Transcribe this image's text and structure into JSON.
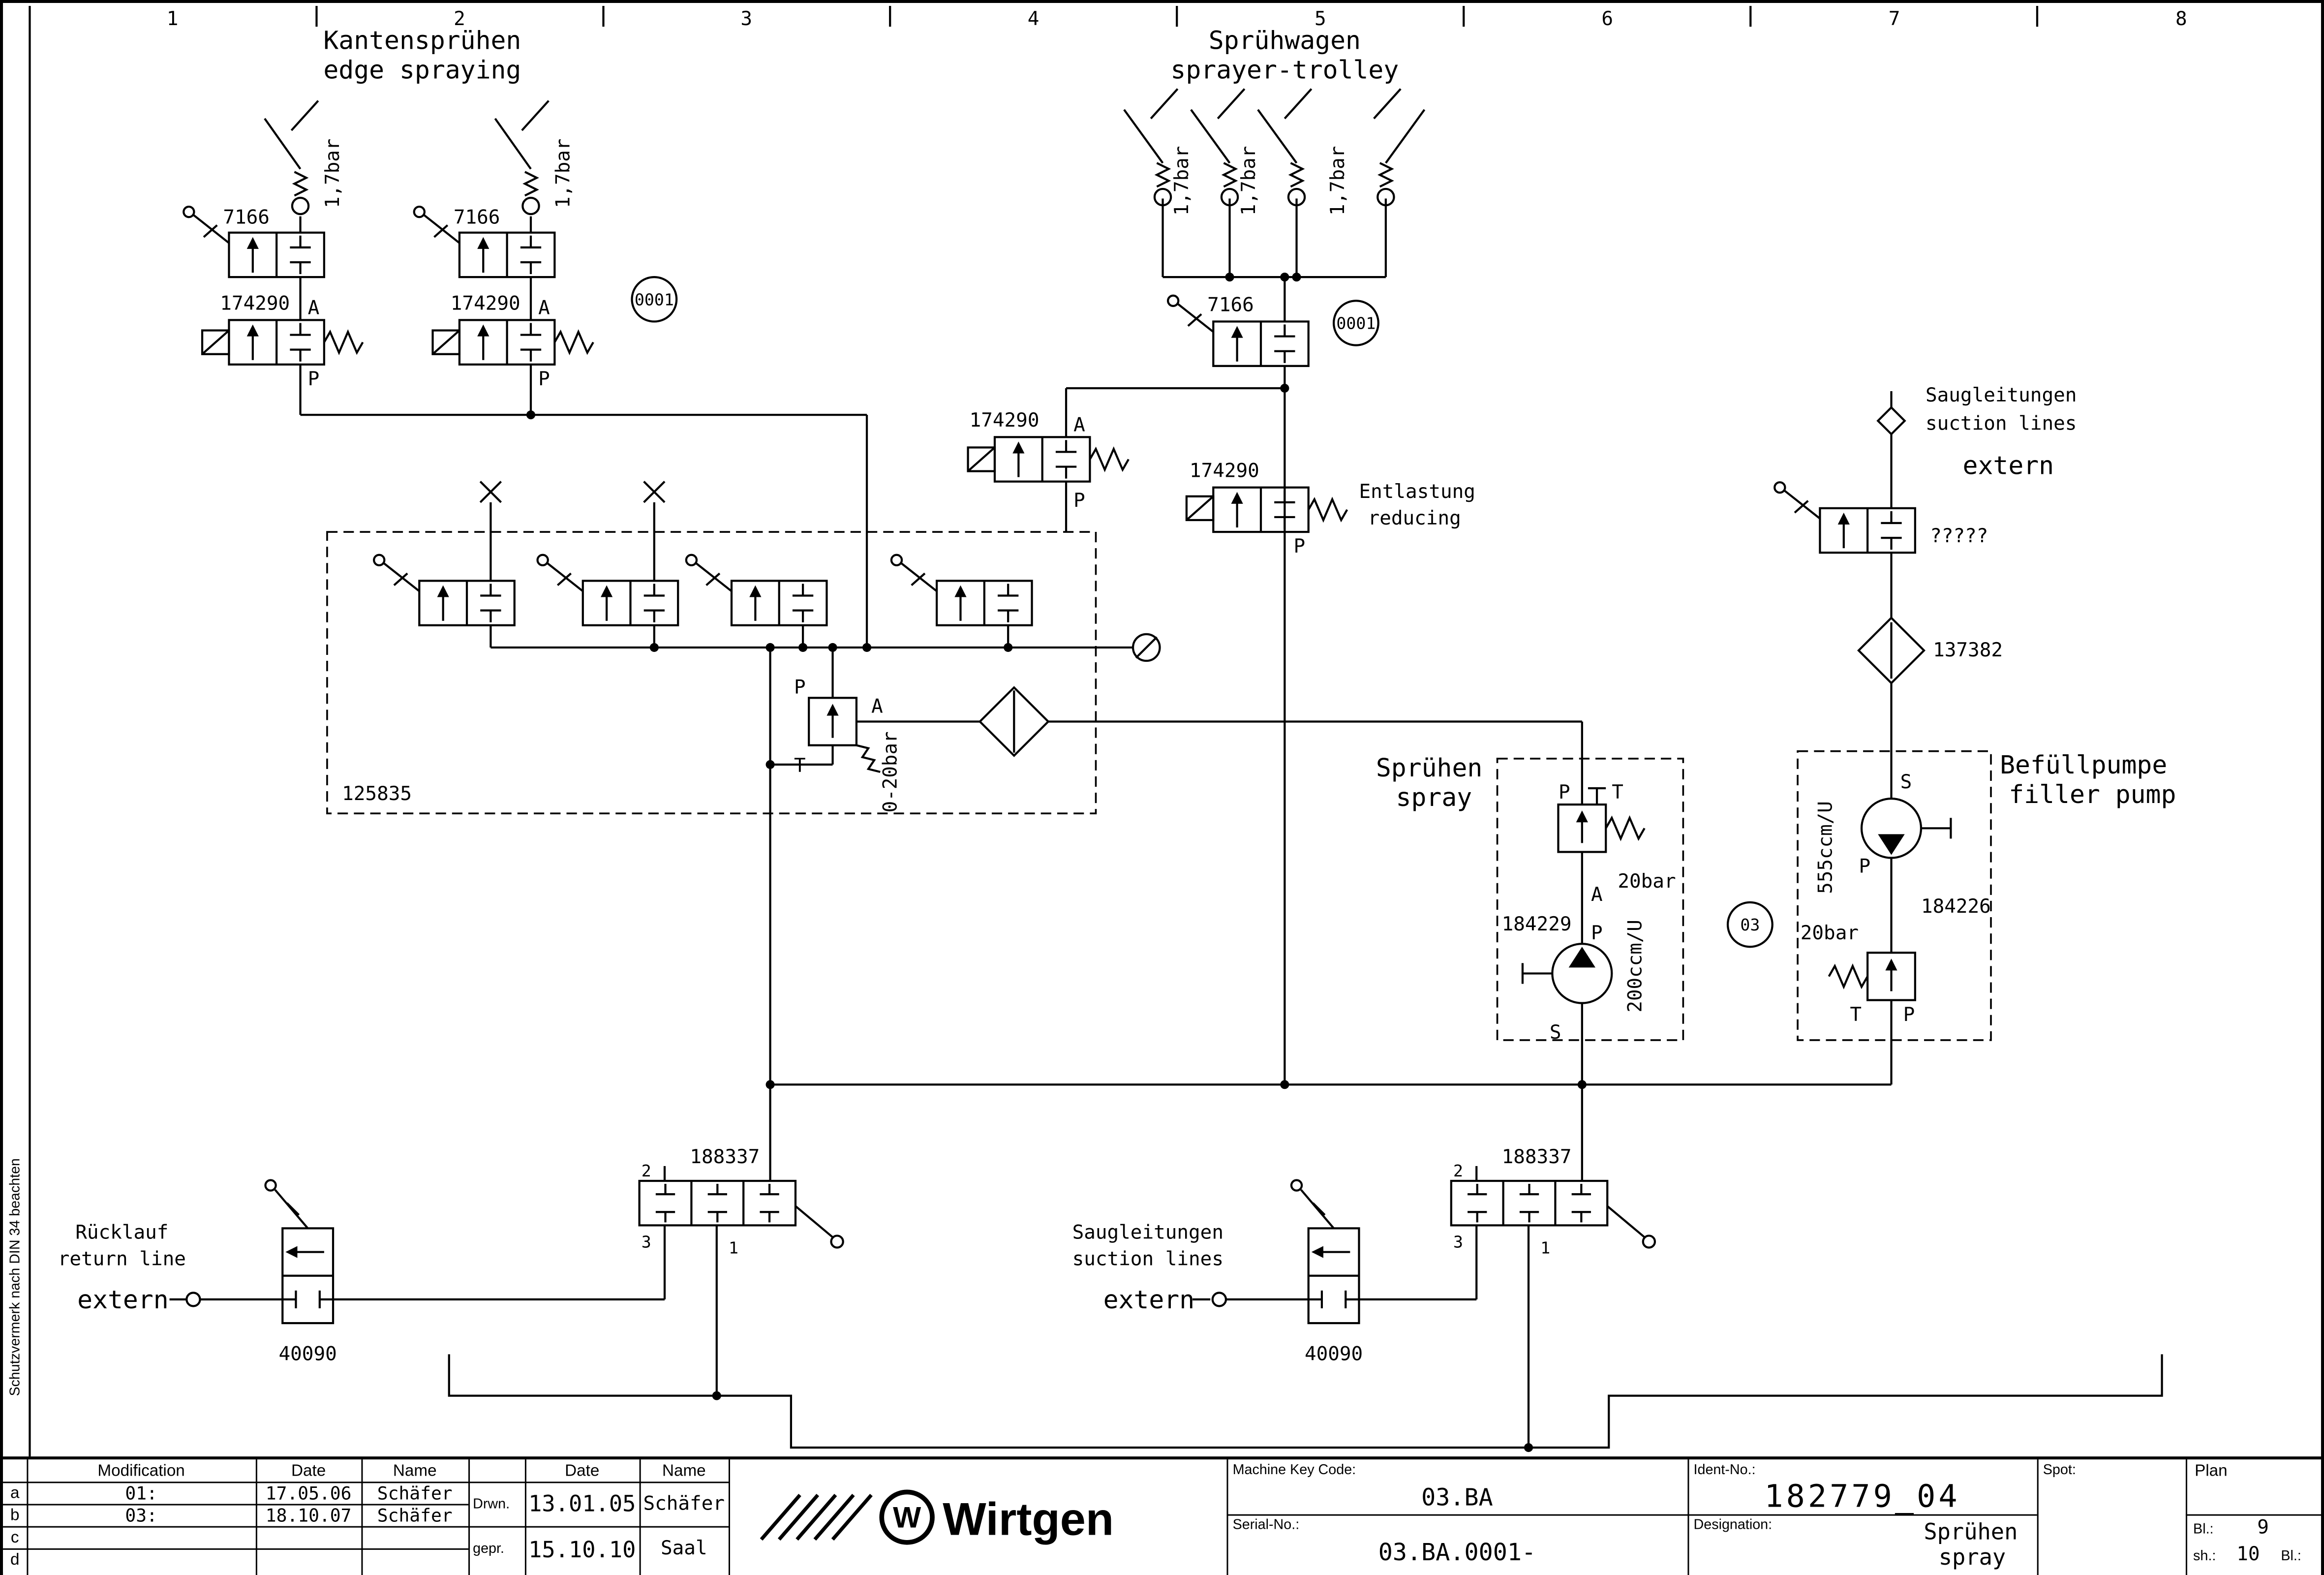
{
  "frame": {
    "side_note": "Schutzvermerk nach DIN 34 beachten",
    "ruler": [
      "1",
      "2",
      "3",
      "4",
      "5",
      "6",
      "7",
      "8"
    ]
  },
  "headings": {
    "edge_de": "Kantensprühen",
    "edge_en": "edge spraying",
    "trolley_de": "Sprühwagen",
    "trolley_en": "sprayer-trolley"
  },
  "labels": {
    "bar17": "1,7bar",
    "bar020": "0-20bar",
    "bar20": "20bar",
    "p7166": "7166",
    "p174290": "174290",
    "p125835": "125835",
    "p137382": "137382",
    "p184229": "184229",
    "p184226": "184226",
    "p188337": "188337",
    "p40090": "40090",
    "pump200": "200ccm/U",
    "pump555": "555ccm/U",
    "unknown": "?????",
    "tag0001": "0001",
    "tag03": "03",
    "entlastung_de": "Entlastung",
    "entlastung_en": "reducing",
    "spray_de": "Sprühen",
    "spray_en": "spray",
    "filler_de": "Befüllpumpe",
    "filler_en": "filler pump",
    "suction_de": "Saugleitungen",
    "suction_en": "suction lines",
    "return_de": "Rücklauf",
    "return_en": "return line",
    "extern": "extern",
    "portA": "A",
    "portP": "P",
    "portT": "T",
    "portS": "S",
    "port1": "1",
    "port2": "2",
    "port3": "3"
  },
  "title_block": {
    "rows_col": [
      "a",
      "b",
      "c",
      "d"
    ],
    "revision": {
      "headers": [
        "Modification",
        "Date",
        "Name"
      ],
      "rows": [
        {
          "mod": "01:",
          "date": "17.05.06",
          "name": "Schäfer"
        },
        {
          "mod": "03:",
          "date": "18.10.07",
          "name": "Schäfer"
        }
      ]
    },
    "approval": {
      "headers": [
        "Date",
        "Name"
      ],
      "drawn_label": "Drwn.",
      "drawn_date": "13.01.05",
      "drawn_name": "Schäfer",
      "checked_label": "gepr.",
      "checked_date": "15.10.10",
      "checked_name": "Saal"
    },
    "logo_mark": "W",
    "logo_text": "Wirtgen",
    "machine_key_label": "Machine Key Code:",
    "machine_key": "03.BA",
    "serial_label": "Serial-No.:",
    "serial": "03.BA.0001-",
    "ident_label": "Ident-No.:",
    "ident": "182779_04",
    "designation_label": "Designation:",
    "designation_de": "Sprühen",
    "designation_en": "spray",
    "spot_label": "Spot:",
    "plan_label": "Plan",
    "sheet_label": "Bl.:",
    "sheet": "9",
    "sh_label": "sh.:",
    "of": "10",
    "bl2_label": "Bl.:"
  }
}
